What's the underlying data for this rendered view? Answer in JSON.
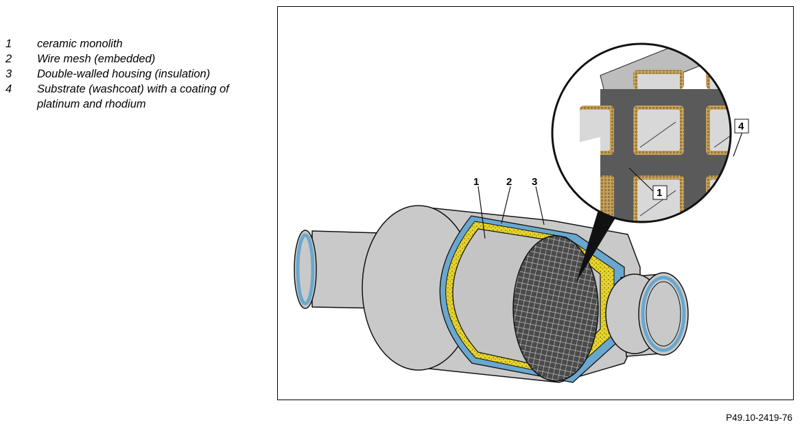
{
  "legend": [
    {
      "num": "1",
      "text": "ceramic monolith"
    },
    {
      "num": "2",
      "text": "Wire mesh (embedded)"
    },
    {
      "num": "3",
      "text": "Double-walled housing (insulation)"
    },
    {
      "num": "4",
      "text": "Substrate (washcoat) with a coating of platinum and rhodium"
    }
  ],
  "callouts": {
    "c1": "1",
    "c2": "2",
    "c3": "3",
    "c4": "4",
    "c1_zoom": "1"
  },
  "figure_id": "P49.10-2419-76",
  "colors": {
    "housing_gray": "#c9c9c9",
    "dark_gray": "#5a5a5a",
    "insulation_yellow": "#e6d52a",
    "housing_blue": "#6aa7cf",
    "washcoat_tan": "#c8a25a"
  }
}
